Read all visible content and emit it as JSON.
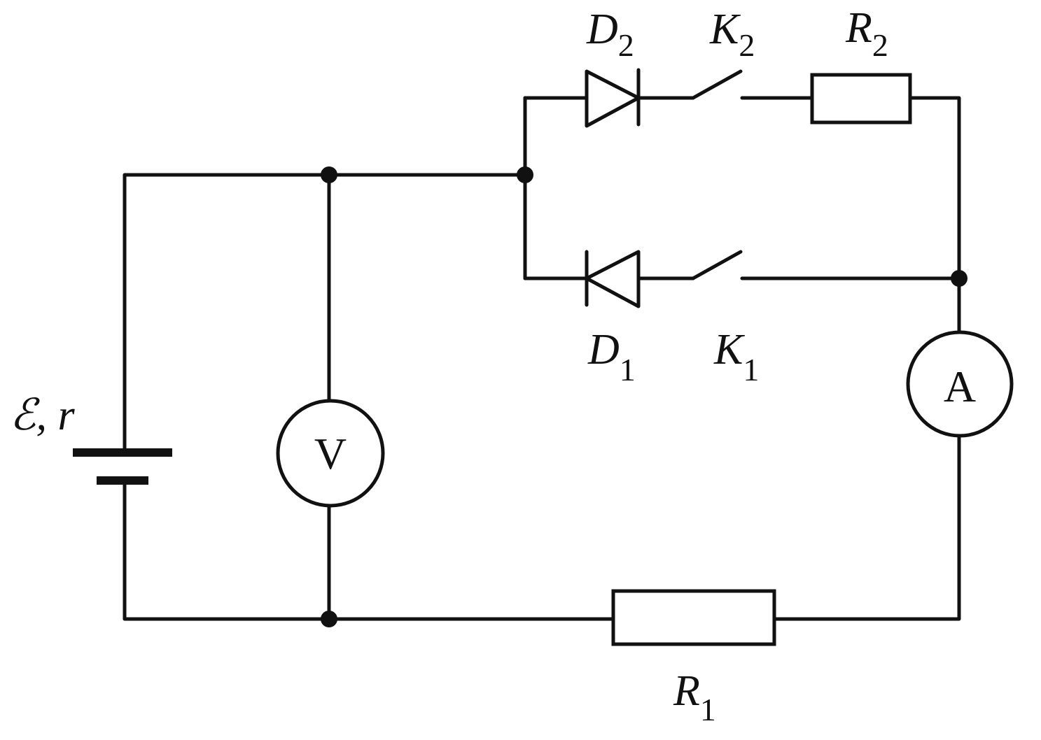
{
  "colors": {
    "line": "#111111",
    "background": "#ffffff"
  },
  "source": {
    "emf_label": "ℰ, r"
  },
  "diodes": [
    {
      "id": "D2",
      "letter": "D",
      "subscript": "2"
    },
    {
      "id": "D1",
      "letter": "D",
      "subscript": "1"
    }
  ],
  "switches": [
    {
      "id": "K2",
      "letter": "K",
      "subscript": "2",
      "state": "open"
    },
    {
      "id": "K1",
      "letter": "K",
      "subscript": "1",
      "state": "open"
    }
  ],
  "resistors": [
    {
      "id": "R2",
      "letter": "R",
      "subscript": "2"
    },
    {
      "id": "R1",
      "letter": "R",
      "subscript": "1"
    }
  ],
  "voltmeter": {
    "symbol": "V"
  },
  "ammeter": {
    "symbol": "A"
  }
}
